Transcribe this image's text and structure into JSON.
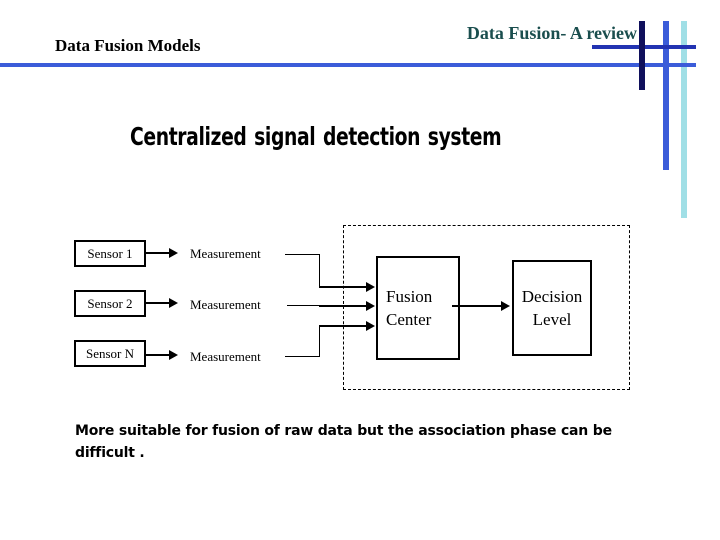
{
  "header": {
    "left_title": "Data Fusion Models",
    "right_title": "Data Fusion- A review"
  },
  "slide_title": "Centralized signal detection system",
  "diagram": {
    "sensors": [
      {
        "label": "Sensor 1",
        "measurement": "Measurement"
      },
      {
        "label": "Sensor 2",
        "measurement": "Measurement"
      },
      {
        "label": "Sensor N",
        "measurement": "Measurement"
      }
    ],
    "fusion_center": {
      "line1": "Fusion",
      "line2": "Center"
    },
    "decision_level": {
      "line1": "Decision",
      "line2": "Level"
    }
  },
  "note": {
    "line1": "More suitable for fusion of raw data but the association phase can be",
    "line2": "difficult ."
  },
  "colors": {
    "rule_blue": "#3B5CD9",
    "rule_dark_blue": "#2233B2",
    "navy_accent": "#10105C",
    "cyan_accent": "#A0DFE6",
    "right_title_teal": "#1A4E4E",
    "text": "#000000"
  }
}
